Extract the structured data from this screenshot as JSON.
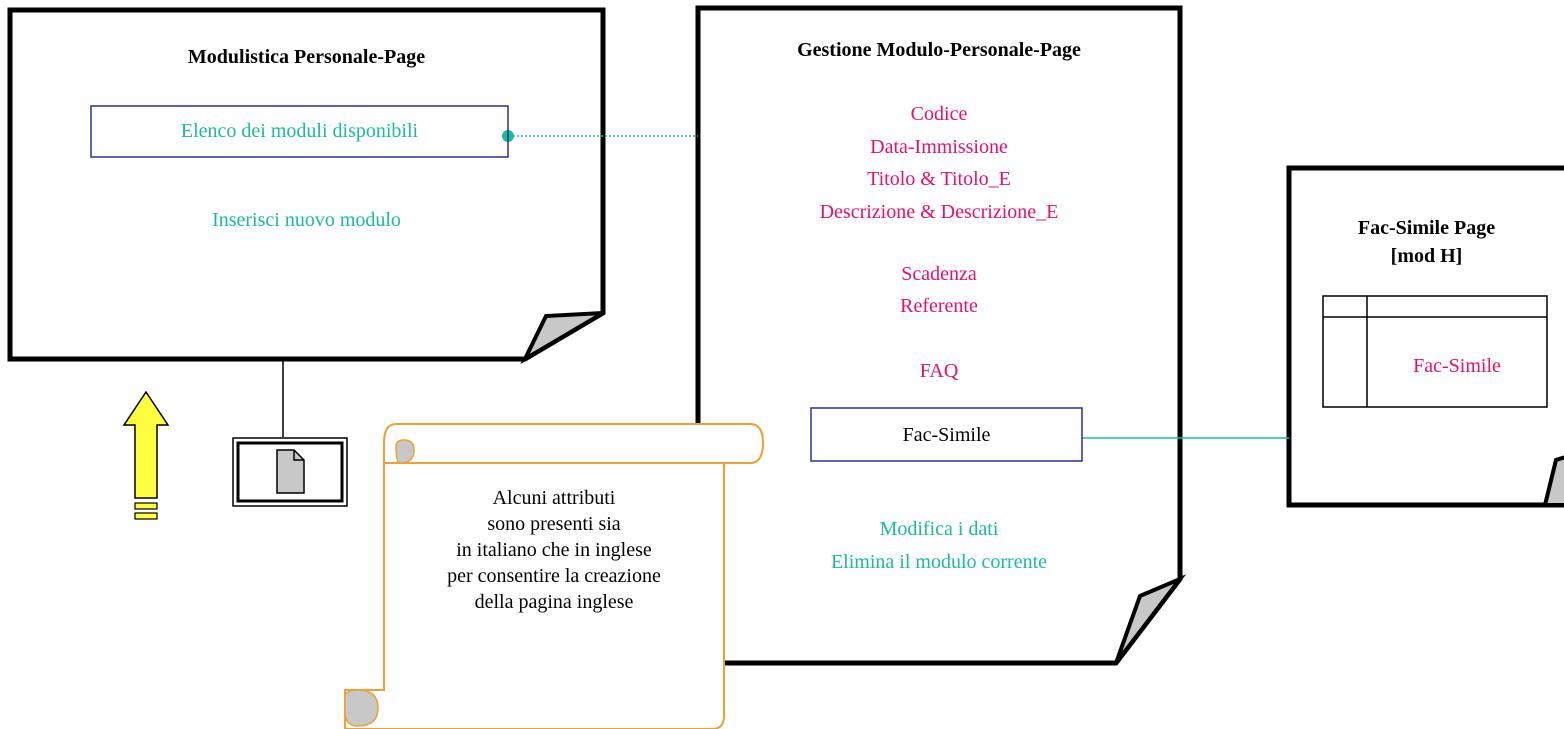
{
  "colors": {
    "line": "#000000",
    "teal": "#1abc9c",
    "magenta": "#e8106e",
    "blue_border": "#2a2f9a",
    "arrow_fill": "#ffff40",
    "scroll_border": "#f0a030",
    "scroll_curl": "#c8c8c8",
    "fold_gray": "#c8c8c8"
  },
  "page_modulistica": {
    "title": "Modulistica Personale-Page",
    "list_label": "Elenco dei moduli disponibili",
    "insert_link": "Inserisci nuovo modulo"
  },
  "page_gestione": {
    "title": "Gestione Modulo-Personale-Page",
    "attributes": [
      "Codice",
      "Data-Immissione",
      "Titolo & Titolo_E",
      "Descrizione & Descrizione_E",
      "Scadenza",
      "Referente",
      "FAQ"
    ],
    "facsimile_button": "Fac-Simile",
    "edit_link": "Modifica i dati",
    "delete_link": "Elimina il modulo corrente"
  },
  "page_facsimile": {
    "title_line1": "Fac-Simile Page",
    "title_line2": "[mod H]",
    "table_label": "Fac-Simile"
  },
  "note": {
    "text": "Alcuni attributi\nsono presenti sia\nin italiano che in inglese\nper consentire la creazione\ndella pagina inglese"
  },
  "icons": {
    "up_arrow": "up-arrow-icon",
    "document": "document-icon"
  }
}
